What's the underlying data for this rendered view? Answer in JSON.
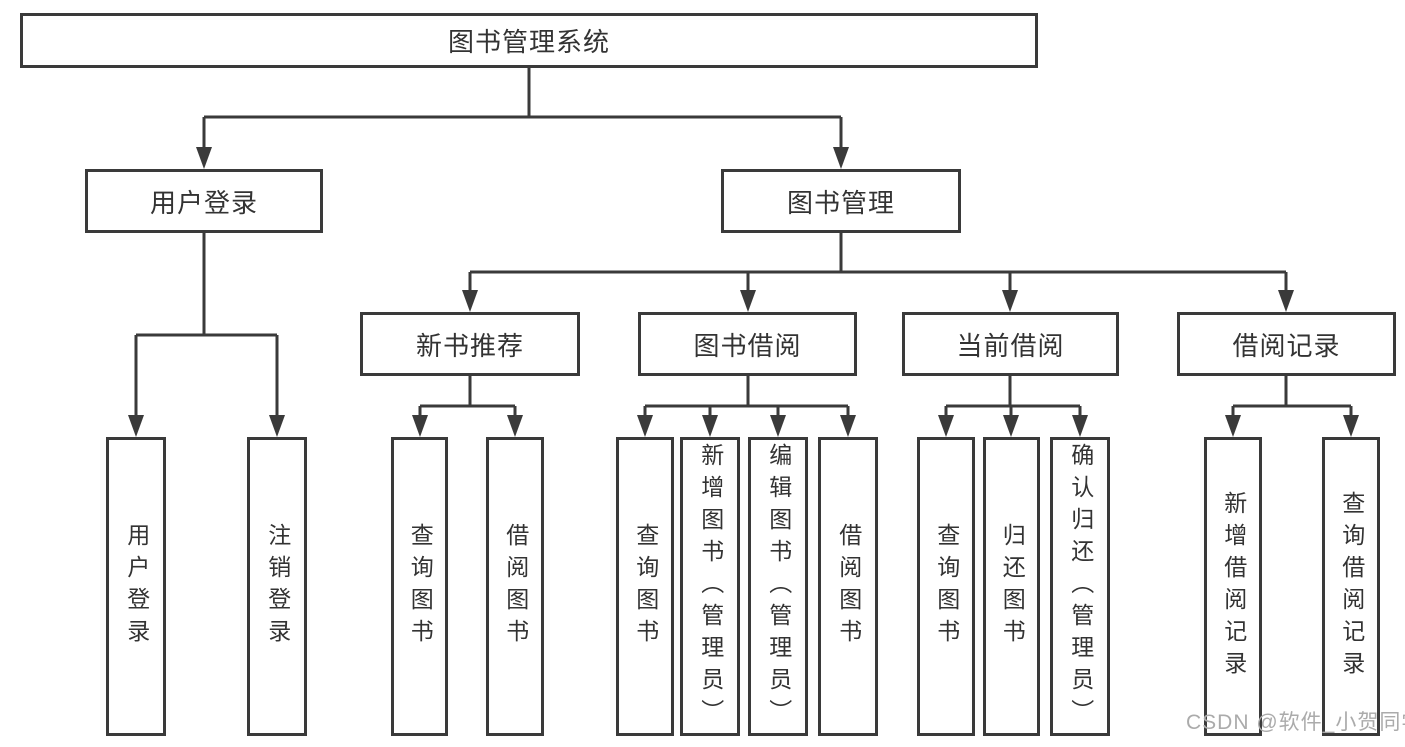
{
  "diagram": {
    "title": "图书管理系统",
    "tree": {
      "label": "图书管理系统",
      "children": [
        {
          "label": "用户登录",
          "children": [
            {
              "label": "用户登录"
            },
            {
              "label": "注销登录"
            }
          ]
        },
        {
          "label": "图书管理",
          "children": [
            {
              "label": "新书推荐",
              "children": [
                {
                  "label": "查询图书"
                },
                {
                  "label": "借阅图书"
                }
              ]
            },
            {
              "label": "图书借阅",
              "children": [
                {
                  "label": "查询图书"
                },
                {
                  "label": "新增图书（管理员）"
                },
                {
                  "label": "编辑图书（管理员）"
                },
                {
                  "label": "借阅图书"
                }
              ]
            },
            {
              "label": "当前借阅",
              "children": [
                {
                  "label": "查询图书"
                },
                {
                  "label": "归还图书"
                },
                {
                  "label": "确认归还（管理员）"
                }
              ]
            },
            {
              "label": "借阅记录",
              "children": [
                {
                  "label": "新增借阅记录"
                },
                {
                  "label": "查询借阅记录"
                }
              ]
            }
          ]
        }
      ]
    },
    "colors": {
      "line": "#3a3a3a",
      "text": "#333333",
      "watermark": "#ababab",
      "background": "#ffffff"
    }
  },
  "watermark": "CSDN @软件_小贺同学"
}
